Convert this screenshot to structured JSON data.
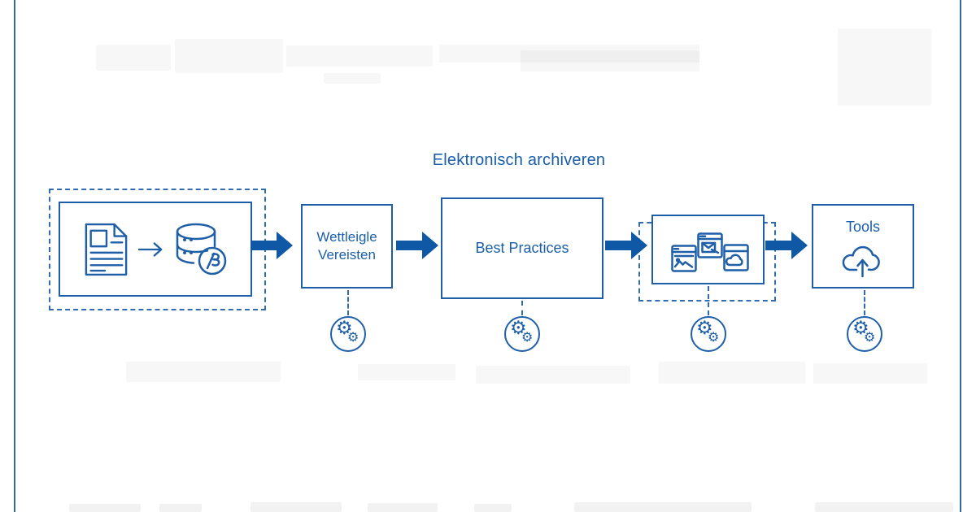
{
  "title": "Elektronisch archiveren",
  "steps": [
    {
      "id": "input-archive",
      "type": "icons",
      "icons": [
        "document-icon",
        "thin-arrow-icon",
        "database-archive-icon"
      ]
    },
    {
      "id": "wettleigle",
      "type": "label",
      "label": "Wettleigle Vereisten"
    },
    {
      "id": "best-practices",
      "type": "label",
      "label": "Best Practices"
    },
    {
      "id": "apps",
      "type": "icons",
      "icons": [
        "image-window-icon",
        "mail-window-icon",
        "cloud-window-icon"
      ]
    },
    {
      "id": "tools",
      "type": "label-icon",
      "label": "Tools",
      "icon": "cloud-upload-icon"
    }
  ],
  "gear_badges": {
    "count": 4,
    "icon": "gears-icon"
  },
  "glyphs": {
    "gear": "⚙"
  },
  "colors": {
    "accent": "#1f5fa8",
    "arrow_fill": "#0f58a6",
    "dashed": "#2f6cb0",
    "edge_line": "#33699f",
    "text": "#1b5fa8",
    "background": "#ffffff"
  }
}
